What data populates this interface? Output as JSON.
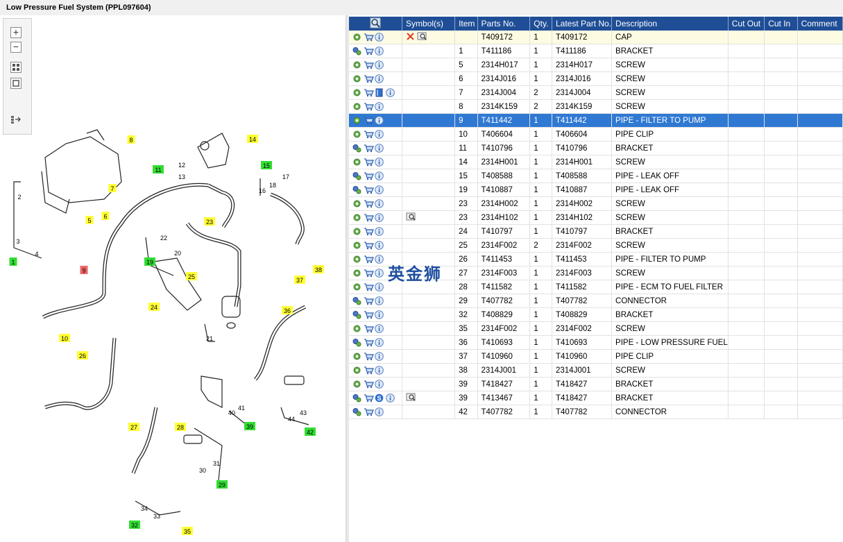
{
  "title": "Low Pressure Fuel System (PPL097604)",
  "watermark": "英金狮",
  "toolbar": {
    "zoom_in_icon": "zoom-in-icon",
    "zoom_out_icon": "zoom-out-icon",
    "fit_icon": "fit-window-icon",
    "actual_size_icon": "actual-size-icon",
    "list_icon": "list-arrow-icon"
  },
  "table": {
    "headers": [
      "",
      "Symbol(s)",
      "Item",
      "Parts No.",
      "Qty.",
      "Latest Part No.",
      "Description",
      "Cut Out",
      "Cut In",
      "Comment"
    ],
    "header_icon": "search-magnifier-icon",
    "rows": [
      {
        "icons": [
          "gear-icon",
          "cart-icon",
          "info-icon"
        ],
        "symbols": [
          "cross-icon",
          "magnifier-book-icon"
        ],
        "item": "",
        "part": "T409172",
        "qty": "1",
        "latest": "T409172",
        "desc": "CAP",
        "cut_out": "",
        "cut_in": "",
        "comment": "",
        "state": "first"
      },
      {
        "icons": [
          "gears-icon",
          "cart-icon",
          "info-icon"
        ],
        "symbols": [],
        "item": "1",
        "part": "T411186",
        "qty": "1",
        "latest": "T411186",
        "desc": "BRACKET",
        "cut_out": "",
        "cut_in": "",
        "comment": ""
      },
      {
        "icons": [
          "gear-icon",
          "cart-icon",
          "info-icon"
        ],
        "symbols": [],
        "item": "5",
        "part": "2314H017",
        "qty": "1",
        "latest": "2314H017",
        "desc": "SCREW",
        "cut_out": "",
        "cut_in": "",
        "comment": ""
      },
      {
        "icons": [
          "gear-icon",
          "cart-icon",
          "info-icon"
        ],
        "symbols": [],
        "item": "6",
        "part": "2314J016",
        "qty": "1",
        "latest": "2314J016",
        "desc": "SCREW",
        "cut_out": "",
        "cut_in": "",
        "comment": ""
      },
      {
        "icons": [
          "gear-icon",
          "cart-icon",
          "book-icon",
          "info-icon"
        ],
        "symbols": [],
        "item": "7",
        "part": "2314J004",
        "qty": "2",
        "latest": "2314J004",
        "desc": "SCREW",
        "cut_out": "",
        "cut_in": "",
        "comment": ""
      },
      {
        "icons": [
          "gear-icon",
          "cart-icon",
          "info-icon"
        ],
        "symbols": [],
        "item": "8",
        "part": "2314K159",
        "qty": "2",
        "latest": "2314K159",
        "desc": "SCREW",
        "cut_out": "",
        "cut_in": "",
        "comment": ""
      },
      {
        "icons": [
          "gear-icon",
          "cart-icon",
          "info-icon"
        ],
        "symbols": [],
        "item": "9",
        "part": "T411442",
        "qty": "1",
        "latest": "T411442",
        "desc": "PIPE - FILTER TO PUMP",
        "cut_out": "",
        "cut_in": "",
        "comment": "",
        "state": "selected"
      },
      {
        "icons": [
          "gear-icon",
          "cart-icon",
          "info-icon"
        ],
        "symbols": [],
        "item": "10",
        "part": "T406604",
        "qty": "1",
        "latest": "T406604",
        "desc": "PIPE CLIP",
        "cut_out": "",
        "cut_in": "",
        "comment": ""
      },
      {
        "icons": [
          "gears-icon",
          "cart-icon",
          "info-icon"
        ],
        "symbols": [],
        "item": "11",
        "part": "T410796",
        "qty": "1",
        "latest": "T410796",
        "desc": "BRACKET",
        "cut_out": "",
        "cut_in": "",
        "comment": ""
      },
      {
        "icons": [
          "gear-icon",
          "cart-icon",
          "info-icon"
        ],
        "symbols": [],
        "item": "14",
        "part": "2314H001",
        "qty": "1",
        "latest": "2314H001",
        "desc": "SCREW",
        "cut_out": "",
        "cut_in": "",
        "comment": ""
      },
      {
        "icons": [
          "gears-icon",
          "cart-icon",
          "info-icon"
        ],
        "symbols": [],
        "item": "15",
        "part": "T408588",
        "qty": "1",
        "latest": "T408588",
        "desc": "PIPE - LEAK OFF",
        "cut_out": "",
        "cut_in": "",
        "comment": ""
      },
      {
        "icons": [
          "gears-icon",
          "cart-icon",
          "info-icon"
        ],
        "symbols": [],
        "item": "19",
        "part": "T410887",
        "qty": "1",
        "latest": "T410887",
        "desc": "PIPE - LEAK OFF",
        "cut_out": "",
        "cut_in": "",
        "comment": ""
      },
      {
        "icons": [
          "gear-icon",
          "cart-icon",
          "info-icon"
        ],
        "symbols": [],
        "item": "23",
        "part": "2314H002",
        "qty": "1",
        "latest": "2314H002",
        "desc": "SCREW",
        "cut_out": "",
        "cut_in": "",
        "comment": ""
      },
      {
        "icons": [
          "gear-icon",
          "cart-icon",
          "info-icon"
        ],
        "symbols": [
          "magnifier-book-icon"
        ],
        "item": "23",
        "part": "2314H102",
        "qty": "1",
        "latest": "2314H102",
        "desc": "SCREW",
        "cut_out": "",
        "cut_in": "",
        "comment": ""
      },
      {
        "icons": [
          "gear-icon",
          "cart-icon",
          "info-icon"
        ],
        "symbols": [],
        "item": "24",
        "part": "T410797",
        "qty": "1",
        "latest": "T410797",
        "desc": "BRACKET",
        "cut_out": "",
        "cut_in": "",
        "comment": ""
      },
      {
        "icons": [
          "gear-icon",
          "cart-icon",
          "info-icon"
        ],
        "symbols": [],
        "item": "25",
        "part": "2314F002",
        "qty": "2",
        "latest": "2314F002",
        "desc": "SCREW",
        "cut_out": "",
        "cut_in": "",
        "comment": ""
      },
      {
        "icons": [
          "gear-icon",
          "cart-icon",
          "info-icon"
        ],
        "symbols": [],
        "item": "26",
        "part": "T411453",
        "qty": "1",
        "latest": "T411453",
        "desc": "PIPE - FILTER TO PUMP",
        "cut_out": "",
        "cut_in": "",
        "comment": ""
      },
      {
        "icons": [
          "gear-icon",
          "cart-icon",
          "info-icon"
        ],
        "symbols": [],
        "item": "27",
        "part": "2314F003",
        "qty": "1",
        "latest": "2314F003",
        "desc": "SCREW",
        "cut_out": "",
        "cut_in": "",
        "comment": ""
      },
      {
        "icons": [
          "gear-icon",
          "cart-icon",
          "info-icon"
        ],
        "symbols": [],
        "item": "28",
        "part": "T411582",
        "qty": "1",
        "latest": "T411582",
        "desc": "PIPE - ECM TO FUEL FILTER",
        "cut_out": "",
        "cut_in": "",
        "comment": ""
      },
      {
        "icons": [
          "gears-icon",
          "cart-icon",
          "info-icon"
        ],
        "symbols": [],
        "item": "29",
        "part": "T407782",
        "qty": "1",
        "latest": "T407782",
        "desc": "CONNECTOR",
        "cut_out": "",
        "cut_in": "",
        "comment": ""
      },
      {
        "icons": [
          "gears-icon",
          "cart-icon",
          "info-icon"
        ],
        "symbols": [],
        "item": "32",
        "part": "T408829",
        "qty": "1",
        "latest": "T408829",
        "desc": "BRACKET",
        "cut_out": "",
        "cut_in": "",
        "comment": ""
      },
      {
        "icons": [
          "gear-icon",
          "cart-icon",
          "info-icon"
        ],
        "symbols": [],
        "item": "35",
        "part": "2314F002",
        "qty": "1",
        "latest": "2314F002",
        "desc": "SCREW",
        "cut_out": "",
        "cut_in": "",
        "comment": ""
      },
      {
        "icons": [
          "gears-icon",
          "cart-icon",
          "info-icon"
        ],
        "symbols": [],
        "item": "36",
        "part": "T410693",
        "qty": "1",
        "latest": "T410693",
        "desc": "PIPE - LOW PRESSURE FUEL",
        "cut_out": "",
        "cut_in": "",
        "comment": ""
      },
      {
        "icons": [
          "gear-icon",
          "cart-icon",
          "info-icon"
        ],
        "symbols": [],
        "item": "37",
        "part": "T410960",
        "qty": "1",
        "latest": "T410960",
        "desc": "PIPE CLIP",
        "cut_out": "",
        "cut_in": "",
        "comment": ""
      },
      {
        "icons": [
          "gear-icon",
          "cart-icon",
          "info-icon"
        ],
        "symbols": [],
        "item": "38",
        "part": "2314J001",
        "qty": "1",
        "latest": "2314J001",
        "desc": "SCREW",
        "cut_out": "",
        "cut_in": "",
        "comment": ""
      },
      {
        "icons": [
          "gear-icon",
          "cart-icon",
          "info-icon"
        ],
        "symbols": [],
        "item": "39",
        "part": "T418427",
        "qty": "1",
        "latest": "T418427",
        "desc": "BRACKET",
        "cut_out": "",
        "cut_in": "",
        "comment": ""
      },
      {
        "icons": [
          "gears-icon",
          "cart-icon",
          "s-badge-icon",
          "info-icon"
        ],
        "symbols": [
          "magnifier-book-icon"
        ],
        "item": "39",
        "part": "T413467",
        "qty": "1",
        "latest": "T418427",
        "desc": "BRACKET",
        "cut_out": "",
        "cut_in": "",
        "comment": ""
      },
      {
        "icons": [
          "gears-icon",
          "cart-icon",
          "info-icon"
        ],
        "symbols": [],
        "item": "42",
        "part": "T407782",
        "qty": "1",
        "latest": "T407782",
        "desc": "CONNECTOR",
        "cut_out": "",
        "cut_in": "",
        "comment": ""
      }
    ]
  },
  "diagram": {
    "callouts": [
      {
        "n": "1",
        "color": "#33dd33"
      },
      {
        "n": "2",
        "color": ""
      },
      {
        "n": "3",
        "color": ""
      },
      {
        "n": "4",
        "color": ""
      },
      {
        "n": "5",
        "color": "#ffff33"
      },
      {
        "n": "6",
        "color": "#ffff33"
      },
      {
        "n": "7",
        "color": "#ffff33"
      },
      {
        "n": "8",
        "color": "#ffff33"
      },
      {
        "n": "9",
        "color": "#ee6666"
      },
      {
        "n": "10",
        "color": "#ffff33"
      },
      {
        "n": "11",
        "color": "#33dd33"
      },
      {
        "n": "12",
        "color": ""
      },
      {
        "n": "13",
        "color": ""
      },
      {
        "n": "14",
        "color": "#ffff33"
      },
      {
        "n": "15",
        "color": "#33dd33"
      },
      {
        "n": "16",
        "color": ""
      },
      {
        "n": "17",
        "color": ""
      },
      {
        "n": "18",
        "color": ""
      },
      {
        "n": "19",
        "color": "#33dd33"
      },
      {
        "n": "20",
        "color": ""
      },
      {
        "n": "21",
        "color": ""
      },
      {
        "n": "22",
        "color": ""
      },
      {
        "n": "23",
        "color": "#ffff33"
      },
      {
        "n": "24",
        "color": "#ffff33"
      },
      {
        "n": "25",
        "color": "#ffff33"
      },
      {
        "n": "26",
        "color": "#ffff33"
      },
      {
        "n": "27",
        "color": "#ffff33"
      },
      {
        "n": "28",
        "color": "#ffff33"
      },
      {
        "n": "29",
        "color": "#33dd33"
      },
      {
        "n": "30",
        "color": ""
      },
      {
        "n": "31",
        "color": ""
      },
      {
        "n": "32",
        "color": "#33dd33"
      },
      {
        "n": "33",
        "color": ""
      },
      {
        "n": "34",
        "color": ""
      },
      {
        "n": "35",
        "color": "#ffff33"
      },
      {
        "n": "36",
        "color": "#ffff33"
      },
      {
        "n": "37",
        "color": "#ffff33"
      },
      {
        "n": "38",
        "color": "#ffff33"
      },
      {
        "n": "39",
        "color": "#33dd33"
      },
      {
        "n": "40",
        "color": ""
      },
      {
        "n": "41",
        "color": ""
      },
      {
        "n": "42",
        "color": "#33dd33"
      },
      {
        "n": "43",
        "color": ""
      },
      {
        "n": "44",
        "color": ""
      }
    ]
  }
}
